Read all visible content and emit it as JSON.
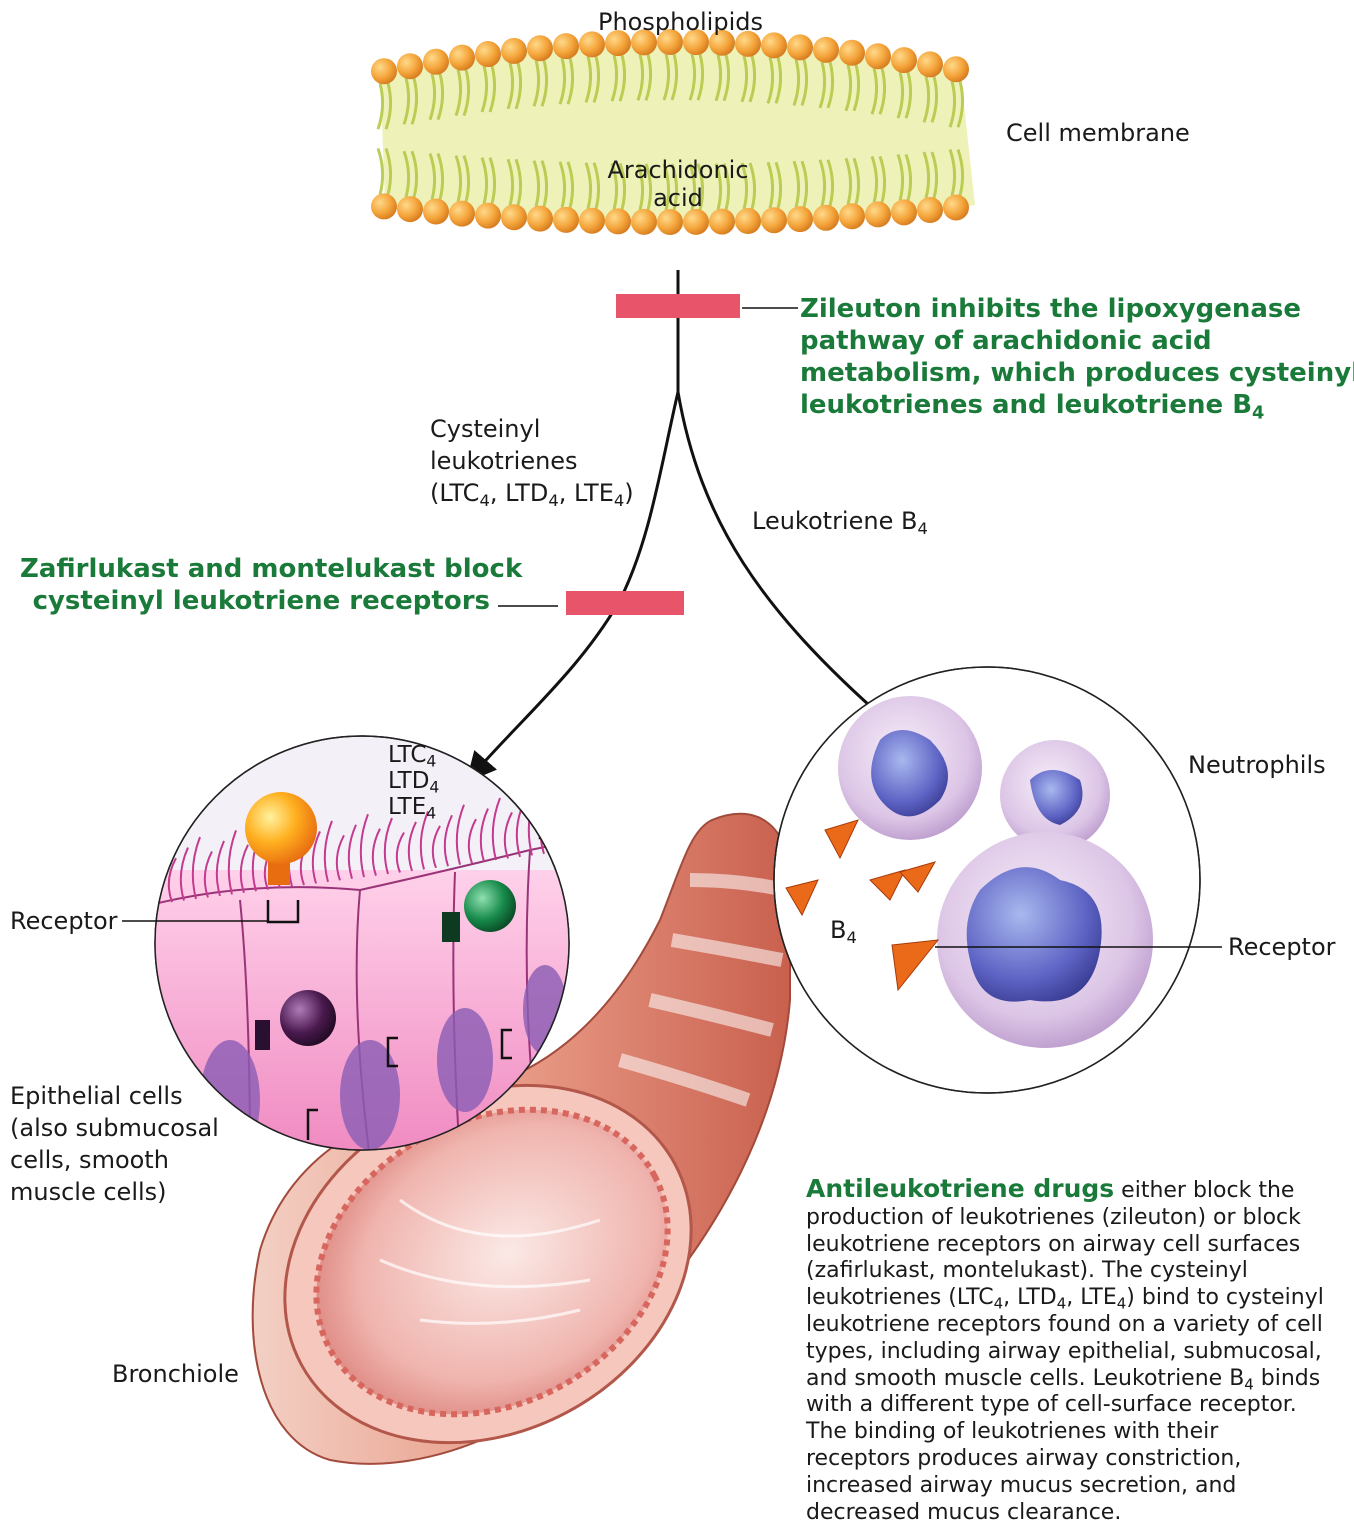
{
  "labels": {
    "phospholipids": "Phospholipids",
    "cell_membrane": "Cell membrane",
    "arachidonic_1": "Arachidonic",
    "arachidonic_2": "acid",
    "cysteinyl_1": "Cysteinyl",
    "cysteinyl_2": "leukotrienes",
    "cysteinyl_3_open": "(LTC",
    "sub4": "4",
    "comma_ltd": ", LTD",
    "comma_lte": ", LTE",
    "close": ")",
    "leukotriene_b": "Leukotriene B",
    "ltc": "LTC",
    "ltd": "LTD",
    "lte": "LTE",
    "receptor_left": "Receptor",
    "receptor_right": "Receptor",
    "neutrophils": "Neutrophils",
    "b4": "B",
    "epithelial_1": "Epithelial cells",
    "epithelial_2": "(also submucosal",
    "epithelial_3": "cells, smooth",
    "epithelial_4": "muscle cells)",
    "bronchiole": "Bronchiole"
  },
  "zileuton": {
    "line1": "Zileuton inhibits the lipoxygenase",
    "line2": "pathway of arachidonic acid",
    "line3": "metabolism, which produces cysteinyl",
    "line4": "leukotrienes and leukotriene B"
  },
  "zafirlukast": {
    "line1": "Zafirlukast and montelukast block",
    "line2": "cysteinyl leukotriene receptors"
  },
  "caption": {
    "lead": "Antileukotriene drugs",
    "l1": " either block the",
    "l2": "production of leukotrienes (zileuton) or block",
    "l3": "leukotriene receptors on airway cell surfaces",
    "l4": "(zafirlukast, montelukast). The cysteinyl",
    "l5a": "leukotrienes (LTC",
    "l5b": ", LTD",
    "l5c": ", LTE",
    "l5d": ") bind to cysteinyl",
    "l6": "leukotriene receptors found on a variety of cell",
    "l7": "types, including airway epithelial, submucosal,",
    "l8a": "and smooth muscle cells. Leukotriene B",
    "l8b": " binds",
    "l9": "with a different type of cell-surface receptor.",
    "l10": "The binding of leukotrienes with their",
    "l11": "receptors produces airway constriction,",
    "l12": "increased airway mucus secretion, and",
    "l13": "decreased mucus clearance."
  },
  "colors": {
    "block_bar": "#e8546a",
    "green_text": "#1a7a3a",
    "membrane_head": "#f2a43a",
    "epithelial": "#f29ac6",
    "neutrophil": "#d9c2e3",
    "bronchiole": "#e8897a"
  }
}
